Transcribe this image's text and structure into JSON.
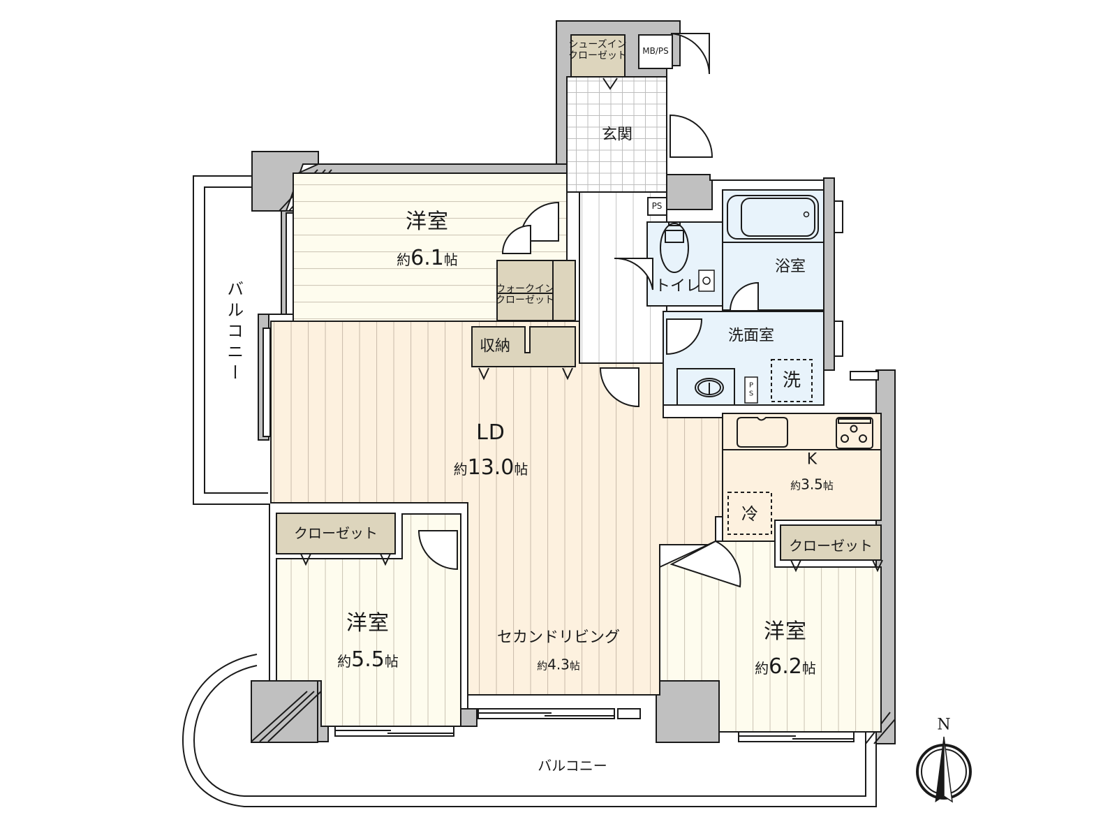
{
  "floor_plan": {
    "colors": {
      "wall": "#c0c0c0",
      "wall_line": "#1a1a1a",
      "bedroom_floor": "#fefcee",
      "living_floor": "#fdf1df",
      "wet_area_floor": "#e8f3fb",
      "storage_floor": "#ddd5bd",
      "entrance_floor": "#ffffff",
      "corridor_floor": "#ffffff",
      "grain_line": "#c9c2b5",
      "balcony": "#ffffff"
    },
    "rooms": {
      "bedroom_north": {
        "name": "洋室",
        "area_prefix": "約",
        "area_value": "6.1",
        "area_unit": "帖"
      },
      "bedroom_southwest": {
        "name": "洋室",
        "area_prefix": "約",
        "area_value": "5.5",
        "area_unit": "帖"
      },
      "bedroom_southeast": {
        "name": "洋室",
        "area_prefix": "約",
        "area_value": "6.2",
        "area_unit": "帖"
      },
      "living_dining": {
        "name": "LD",
        "area_prefix": "約",
        "area_value": "13.0",
        "area_unit": "帖"
      },
      "second_living": {
        "name": "セカンドリビング",
        "area_prefix": "約",
        "area_value": "4.3",
        "area_unit": "帖"
      },
      "kitchen": {
        "name": "K",
        "area_prefix": "約",
        "area_value": "3.5",
        "area_unit": "帖"
      },
      "entrance": {
        "name": "玄関"
      },
      "toilet": {
        "name": "トイレ"
      },
      "bathroom": {
        "name": "浴室"
      },
      "washroom": {
        "name": "洗面室"
      }
    },
    "storage": {
      "shoe_closet_line1": "シューズイン",
      "shoe_closet_line2": "クローゼット",
      "meter_box": "MB/PS",
      "pipe_space": "PS",
      "pipe_space_vertical_p": "P",
      "pipe_space_vertical_s": "S",
      "walk_in_closet_line1": "ウォークイン",
      "walk_in_closet_line2": "クローゼット",
      "storage": "収納",
      "closet_southwest": "クローゼット",
      "closet_southeast": "クローゼット"
    },
    "appliance_spaces": {
      "washing_machine": "洗",
      "refrigerator": "冷"
    },
    "balconies": {
      "west": "バルコニー",
      "south": "バルコニー"
    },
    "compass": {
      "north_label": "N"
    }
  }
}
